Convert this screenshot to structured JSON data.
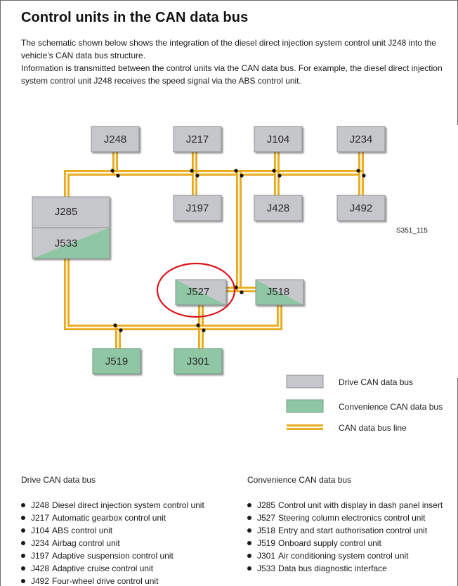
{
  "page": {
    "title": "Control units in the CAN data bus",
    "intro": [
      "The schematic shown below shows the integration of the diesel direct injection system control unit J248 into the vehicle's CAN data bus structure.",
      "Information is transmitted between the control units via the CAN data bus. For example, the diesel direct injection system control unit J248 receives the speed signal via the ABS control unit."
    ]
  },
  "diagram": {
    "reference": "S351_115",
    "colors": {
      "drive": "#c6c7cb",
      "convenience": "#8fc7a4",
      "bus_line": "#e8a91c",
      "highlight": "#d9141c"
    },
    "units": {
      "J248": "J248",
      "J217": "J217",
      "J104": "J104",
      "J234": "J234",
      "J197": "J197",
      "J428": "J428",
      "J492": "J492",
      "J285": "J285",
      "J533": "J533",
      "J527": "J527",
      "J518": "J518",
      "J519": "J519",
      "J301": "J301"
    },
    "legend": [
      {
        "label": "Drive CAN data bus",
        "type": "drive"
      },
      {
        "label": "Convenience CAN data bus",
        "type": "convenience"
      },
      {
        "label": "CAN data bus line",
        "type": "line"
      }
    ]
  },
  "lists": {
    "drive": {
      "heading": "Drive CAN data bus",
      "items": [
        {
          "code": "J248",
          "text": "Diesel direct injection system control unit"
        },
        {
          "code": "J217",
          "text": "Automatic gearbox control unit"
        },
        {
          "code": "J104",
          "text": "ABS control unit"
        },
        {
          "code": "J234",
          "text": "Airbag control unit"
        },
        {
          "code": "J197",
          "text": "Adaptive suspension control unit"
        },
        {
          "code": "J428",
          "text": "Adaptive cruise control unit"
        },
        {
          "code": "J492",
          "text": "Four-wheel drive control unit"
        }
      ]
    },
    "convenience": {
      "heading": "Convenience CAN data bus",
      "items": [
        {
          "code": "J285",
          "text": "Control unit with display in dash panel insert"
        },
        {
          "code": "J527",
          "text": "Steering column electronics control unit"
        },
        {
          "code": "J518",
          "text": "Entry and start authorisation control unit"
        },
        {
          "code": "J519",
          "text": "Onboard supply control unit"
        },
        {
          "code": "J301",
          "text": "Air conditioning system control unit"
        },
        {
          "code": "J533",
          "text": "Data bus diagnostic interface"
        }
      ]
    }
  }
}
